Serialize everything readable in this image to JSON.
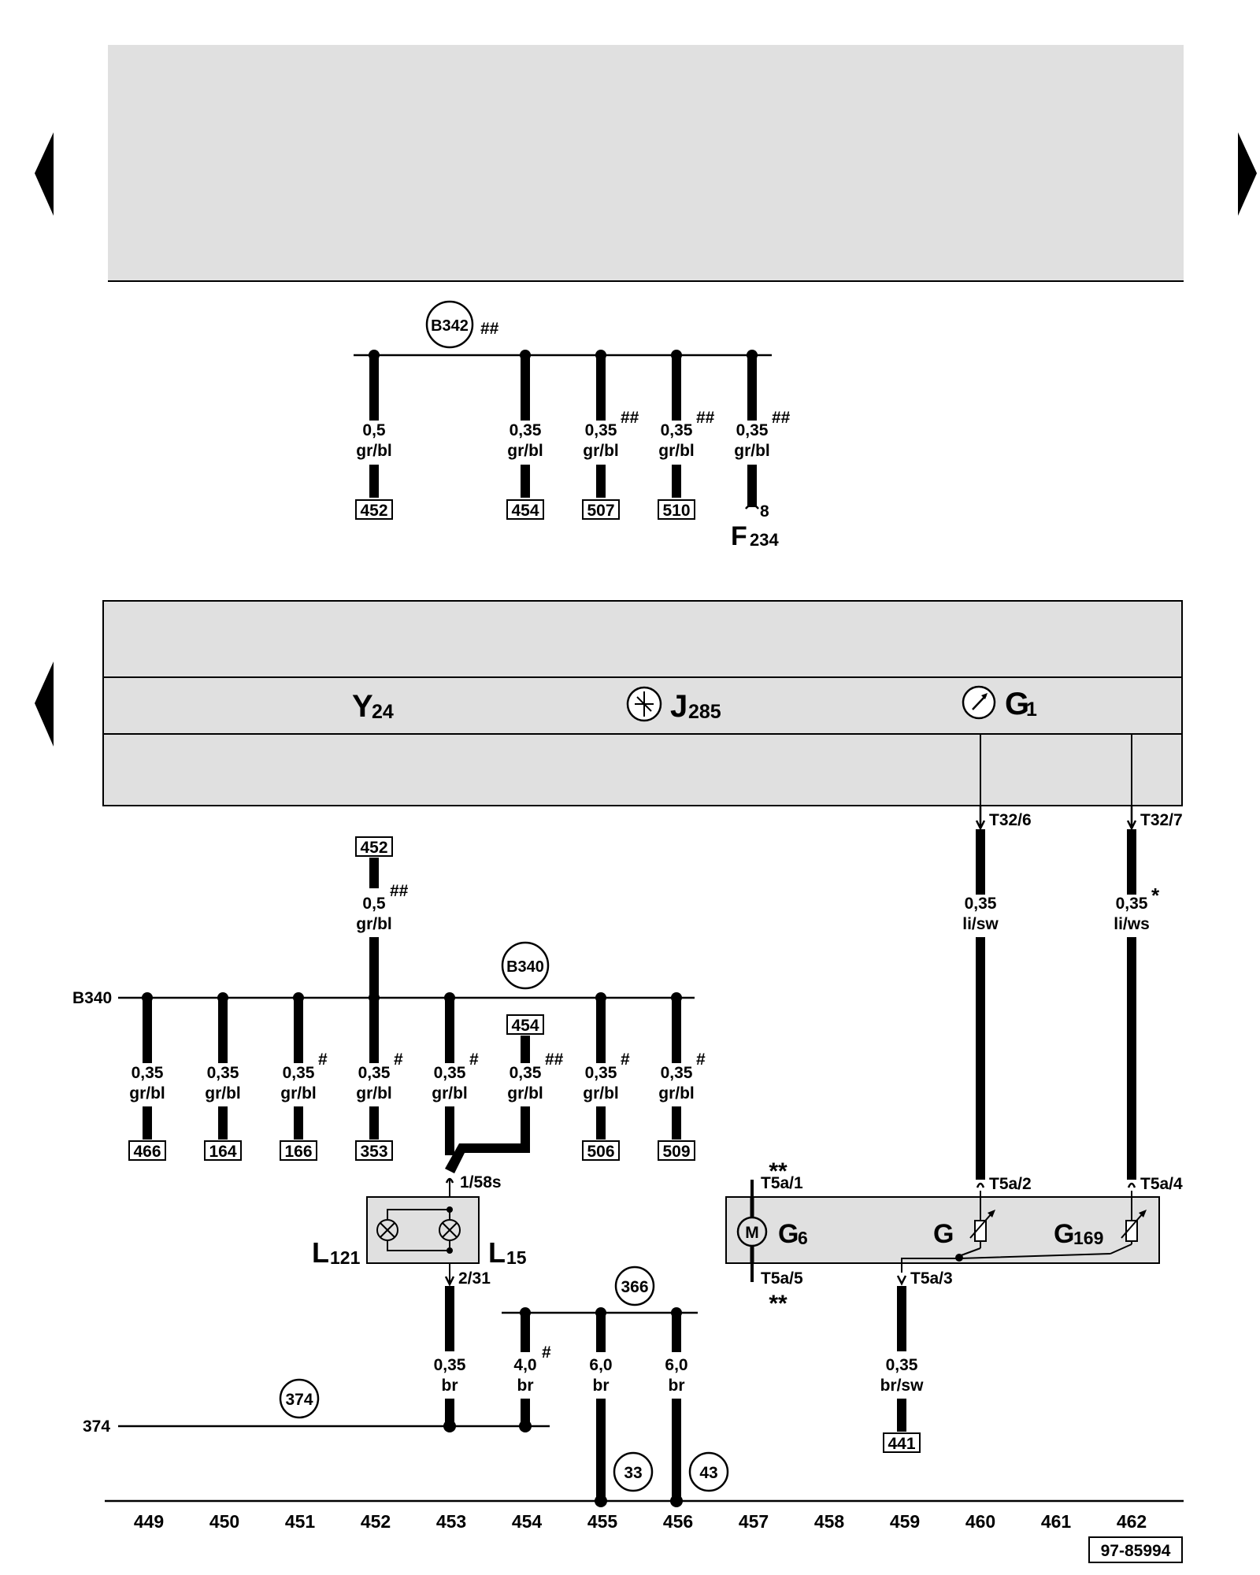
{
  "top_bus": {
    "id": "B342",
    "mark": "##",
    "wires": [
      {
        "size": "0,5",
        "color": "gr/bl",
        "mark": "",
        "ref": "452"
      },
      {
        "size": "0,35",
        "color": "gr/bl",
        "mark": "",
        "ref": "454"
      },
      {
        "size": "0,35",
        "color": "gr/bl",
        "mark": "##",
        "ref": "507"
      },
      {
        "size": "0,35",
        "color": "gr/bl",
        "mark": "##",
        "ref": "510"
      },
      {
        "size": "0,35",
        "color": "gr/bl",
        "mark": "##",
        "ref": ""
      }
    ],
    "f234_pin": "8",
    "f234_main": "F",
    "f234_sub": "234"
  },
  "panel": {
    "y24_main": "Y",
    "y24_sub": "24",
    "j285_main": "J",
    "j285_sub": "285",
    "g1_main": "G",
    "g1_sub": "1",
    "t32_6": "T32/6",
    "t32_7": "T32/7"
  },
  "b340_bus": {
    "id": "B340",
    "side_label": "B340",
    "feed": {
      "ref": "452",
      "size": "0,5",
      "mark": "##",
      "color": "gr/bl"
    },
    "wires": [
      {
        "size": "0,35",
        "color": "gr/bl",
        "mark": "",
        "ref": "466"
      },
      {
        "size": "0,35",
        "color": "gr/bl",
        "mark": "",
        "ref": "164"
      },
      {
        "size": "0,35",
        "color": "gr/bl",
        "mark": "#",
        "ref": "166"
      },
      {
        "size": "0,35",
        "color": "gr/bl",
        "mark": "#",
        "ref": "353"
      },
      {
        "size": "0,35",
        "color": "gr/bl",
        "mark": "#",
        "ref": ""
      },
      {
        "size": "0,35",
        "color": "gr/bl",
        "mark": "##",
        "ref": "",
        "top_ref": "454"
      },
      {
        "size": "0,35",
        "color": "gr/bl",
        "mark": "#",
        "ref": "506"
      },
      {
        "size": "0,35",
        "color": "gr/bl",
        "mark": "#",
        "ref": "509"
      }
    ]
  },
  "right_wires": [
    {
      "size": "0,35",
      "color": "li/sw",
      "mark": ""
    },
    {
      "size": "0,35",
      "color": "li/ws",
      "mark": "*"
    }
  ],
  "lamp": {
    "pin_top": "1/58s",
    "pin_bottom": "2/31",
    "l121_main": "L",
    "l121_sub": "121",
    "l15_main": "L",
    "l15_sub": "15"
  },
  "sender": {
    "pin_t5a1": "T5a/1",
    "pin_t5a5": "T5a/5",
    "pin_t5a2": "T5a/2",
    "pin_t5a4": "T5a/4",
    "pin_t5a3": "T5a/3",
    "stars_top": "**",
    "stars_bottom": "**",
    "motor": "M",
    "g6_main": "G",
    "g6_sub": "6",
    "g_main": "G",
    "g169_main": "G",
    "g169_sub": "169"
  },
  "ground": {
    "bus366": "366",
    "bus374": "374",
    "side_374": "374",
    "w453": {
      "size": "0,35",
      "color": "br"
    },
    "w454": {
      "size": "4,0",
      "color": "br",
      "mark": "#"
    },
    "w455": {
      "size": "6,0",
      "color": "br"
    },
    "w456": {
      "size": "6,0",
      "color": "br"
    },
    "w459": {
      "size": "0,35",
      "color": "br/sw",
      "ref": "441"
    },
    "g33": "33",
    "g43": "43"
  },
  "columns": [
    "449",
    "450",
    "451",
    "452",
    "453",
    "454",
    "455",
    "456",
    "457",
    "458",
    "459",
    "460",
    "461",
    "462"
  ],
  "doc_id": "97-85994"
}
